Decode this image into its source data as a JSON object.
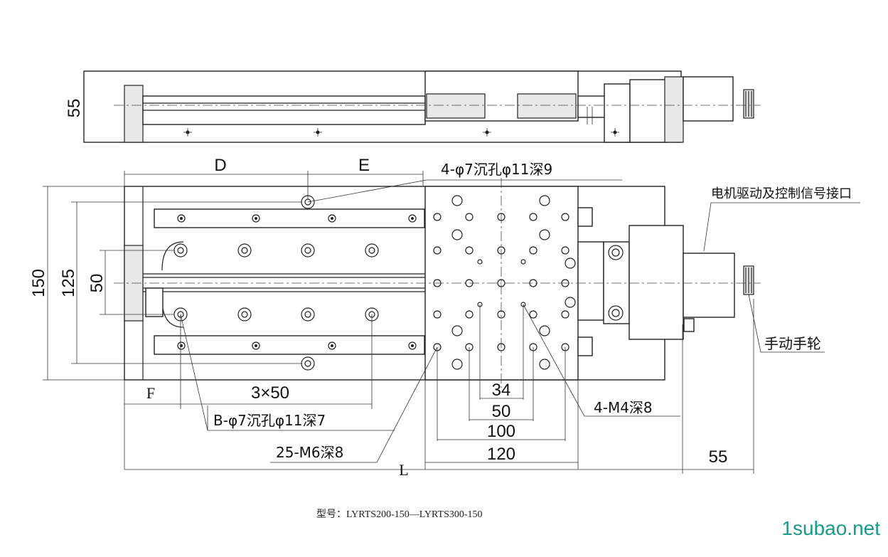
{
  "dimensions": {
    "top_height": "55",
    "d": "D",
    "e": "E",
    "h150": "150",
    "h125": "125",
    "h50": "50",
    "f": "F",
    "pitch": "3×50",
    "d34": "34",
    "d50": "50",
    "d100": "100",
    "d120": "120",
    "d55": "55",
    "l": "L"
  },
  "notes": {
    "top_holes": "4-φ7沉孔φ11深9",
    "connector": "电机驱动及控制信号接口",
    "handwheel": "手动手轮",
    "m4": "4-M4深8",
    "b_holes": "B-φ7沉孔φ11深7",
    "m6": "25-M6深8"
  },
  "caption": "型号：LYRTS200-150—LYRTS300-150",
  "watermark": "1subao.net"
}
